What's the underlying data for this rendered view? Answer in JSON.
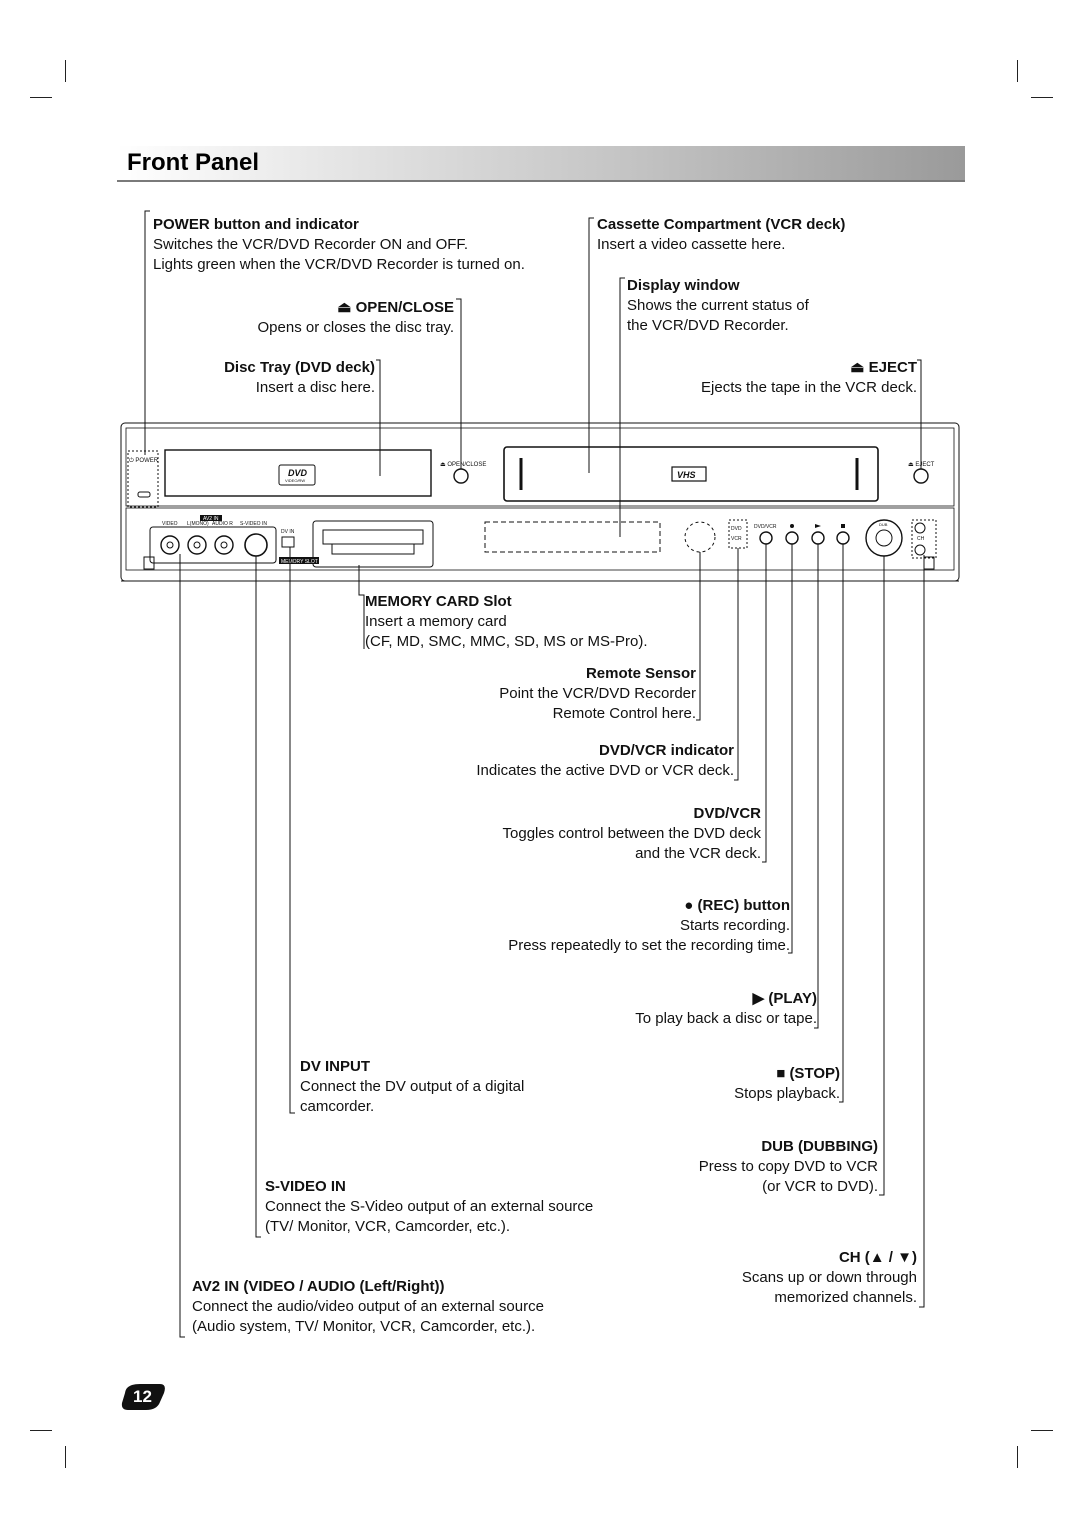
{
  "section_title": "Front Panel",
  "page_number": "12",
  "device": {
    "power": "POWER",
    "open_close": "OPEN/CLOSE",
    "eject": "EJECT",
    "dvd_logo": "DVD",
    "dvd_logo_sub": "VIDEO/RW",
    "vhs_logo": "VHS",
    "av2_in": "AV2 IN",
    "video": "VIDEO",
    "l_mono": "L(MONO)",
    "audio_r": "AUDIO R",
    "s_video_in": "S-VIDEO IN",
    "dv_in": "DV IN",
    "memory_slot": "MEMORY SLOT",
    "dvd": "DVD",
    "vcr": "VCR",
    "dvd_vcr": "DVD/VCR",
    "dub": "DUB",
    "ch": "CH"
  },
  "callouts": {
    "power": {
      "title": "POWER button and indicator",
      "lines": [
        "Switches the VCR/DVD Recorder ON and OFF.",
        "Lights green when the VCR/DVD Recorder is turned on."
      ]
    },
    "open_close": {
      "title": "OPEN/CLOSE",
      "lines": [
        "Opens or closes the disc tray."
      ]
    },
    "disc_tray": {
      "title": "Disc Tray (DVD deck)",
      "lines": [
        "Insert a disc here."
      ]
    },
    "cassette": {
      "title": "Cassette Compartment (VCR deck)",
      "lines": [
        "Insert a video cassette here."
      ]
    },
    "display": {
      "title": "Display window",
      "lines": [
        "Shows the current status of",
        "the VCR/DVD Recorder."
      ]
    },
    "eject": {
      "title": "EJECT",
      "lines": [
        "Ejects the tape in the VCR deck."
      ]
    },
    "memory_card": {
      "title": "MEMORY CARD Slot",
      "lines": [
        "Insert a memory card",
        "(CF, MD, SMC, MMC, SD, MS or MS-Pro)."
      ]
    },
    "remote_sensor": {
      "title": "Remote Sensor",
      "lines": [
        "Point the VCR/DVD Recorder",
        "Remote Control here."
      ]
    },
    "dvd_vcr_indicator": {
      "title": "DVD/VCR indicator",
      "lines": [
        "Indicates the active DVD or VCR deck."
      ]
    },
    "dvd_vcr": {
      "title": "DVD/VCR",
      "lines": [
        "Toggles control between the DVD deck",
        "and the VCR deck."
      ]
    },
    "rec": {
      "title": "(REC) button",
      "lines": [
        "Starts recording.",
        "Press repeatedly to set the recording time."
      ]
    },
    "play": {
      "title": "(PLAY)",
      "lines": [
        "To play back a disc or tape."
      ]
    },
    "dv_input": {
      "title": "DV INPUT",
      "lines": [
        "Connect the DV output of a digital",
        "camcorder."
      ]
    },
    "stop": {
      "title": "(STOP)",
      "lines": [
        "Stops playback."
      ]
    },
    "dub": {
      "title": "DUB (DUBBING)",
      "lines": [
        "Press to copy DVD to VCR",
        "(or VCR to DVD)."
      ]
    },
    "s_video": {
      "title": "S-VIDEO IN",
      "lines": [
        "Connect the S-Video output of an external source",
        "(TV/ Monitor, VCR, Camcorder, etc.)."
      ]
    },
    "ch": {
      "title": "CH (▲ / ▼)",
      "lines": [
        "Scans up or down through",
        "memorized channels."
      ]
    },
    "av2": {
      "title": "AV2 IN (VIDEO / AUDIO (Left/Right))",
      "lines": [
        "Connect the audio/video output of an external source",
        "(Audio system, TV/ Monitor, VCR, Camcorder, etc.)."
      ]
    }
  }
}
